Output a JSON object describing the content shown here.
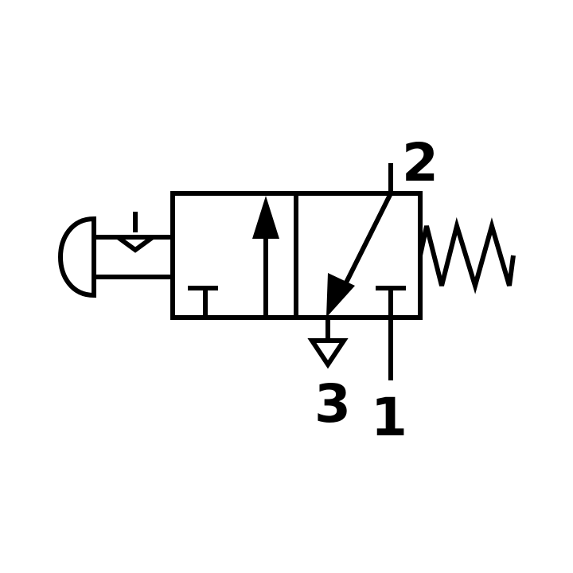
{
  "diagram": {
    "ports": {
      "working": "2",
      "exhaust": "3",
      "supply": "1"
    },
    "colors": {
      "line": "#000000",
      "background": "#ffffff"
    }
  }
}
